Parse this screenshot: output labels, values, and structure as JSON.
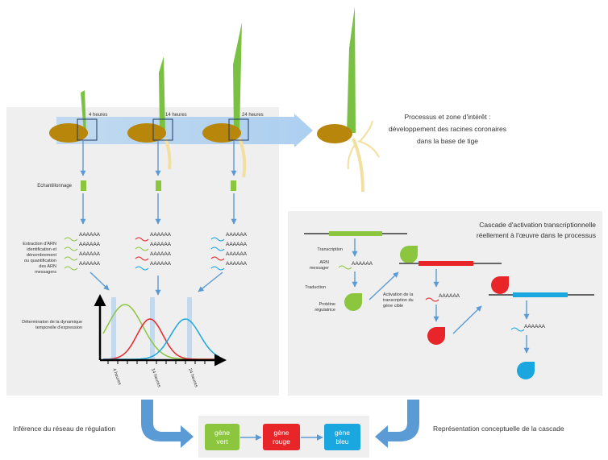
{
  "colors": {
    "green": "#8cc63f",
    "red": "#e8262a",
    "blue": "#1aa6de",
    "panel": "#f0f0f0",
    "arrow": "#5b9bd5",
    "seed": "#b8860b",
    "root": "#f3dfa0",
    "leaf": "#7ac143"
  },
  "top": {
    "timepoints": [
      "4 heures",
      "14 heures",
      "24 heures"
    ],
    "process_title_1": "Processus et zone d'intérêt :",
    "process_title_2": "développement des racines coronaires",
    "process_title_3": "dans la base de tige"
  },
  "left_panel": {
    "sampling": "Echantillonnage",
    "extraction": [
      "Extraction d'ARN",
      "identification et",
      "dénombrement",
      "ou quantification",
      "des ARN",
      "messagers"
    ],
    "dynamics": [
      "Déterminaton de la dynamique",
      "temporelle d'expression"
    ],
    "polya": "AAAAAA",
    "x_ticks": [
      "4 heures",
      "14 heures",
      "24 heures"
    ]
  },
  "right_panel": {
    "title_1": "Cascade d'activation transcriptionnelle",
    "title_2": "réellement à l'œuvre dans le processus",
    "transcription": "Transcription",
    "arn": [
      "ARN",
      "messager"
    ],
    "traduction": "Traduction",
    "proteine": [
      "Protéine",
      "régulatrice"
    ],
    "activation": [
      "Activation de la",
      "transcription du",
      "gène cible"
    ],
    "polya": "AAAAAA"
  },
  "bottom": {
    "inference": "Inférence du réseau de régulation",
    "representation": "Représentation conceptuelle de la cascade",
    "gene_vert": [
      "gène",
      "vert"
    ],
    "gene_rouge": [
      "gène",
      "rouge"
    ],
    "gene_bleu": [
      "gène",
      "bleu"
    ]
  },
  "chart_data": {
    "type": "line",
    "title": "",
    "xlabel": "",
    "ylabel": "",
    "categories": [
      "4 heures",
      "14 heures",
      "24 heures"
    ],
    "series": [
      {
        "color": "#8cc63f",
        "peak_at": "4 heures"
      },
      {
        "color": "#e8262a",
        "peak_at": "14 heures"
      },
      {
        "color": "#1aa6de",
        "peak_at": "24 heures"
      }
    ]
  }
}
